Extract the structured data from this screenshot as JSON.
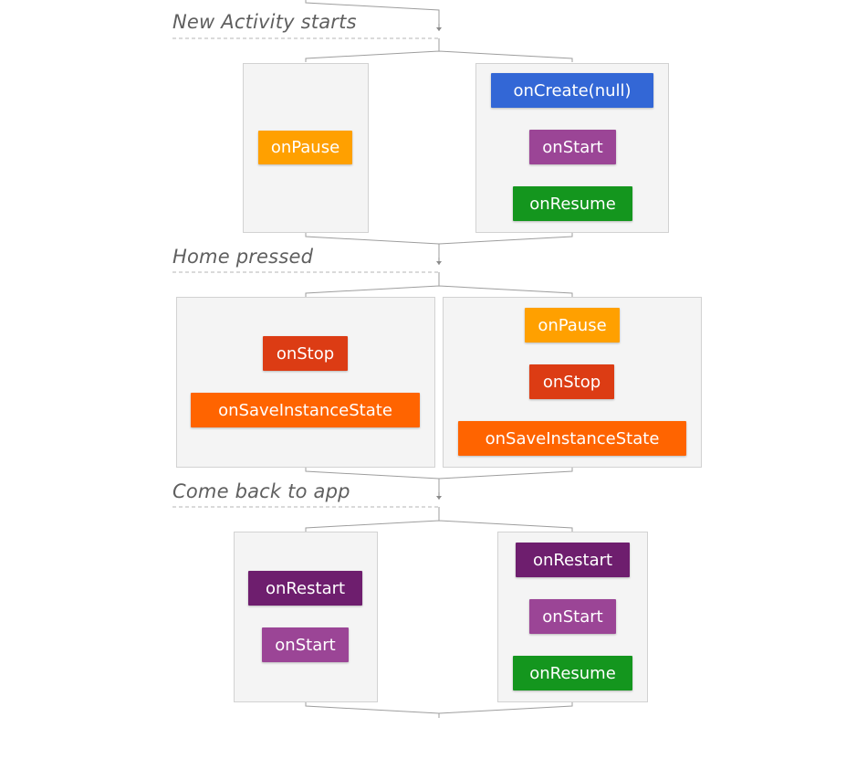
{
  "colors": {
    "onCreate": "#3367d6",
    "onStart": "#9b4596",
    "onResume": "#14961e",
    "onPause": "#ffa000",
    "onStop": "#dc3c14",
    "onSaveInstanceState": "#ff6400",
    "onRestart": "#6e1e6e",
    "panel_background": "#f4f4f4",
    "label_text": "#5f5f5f"
  },
  "sections": [
    {
      "label": "New Activity starts",
      "left_steps": [
        "onPause"
      ],
      "right_steps": [
        "onCreate(null)",
        "onStart",
        "onResume"
      ]
    },
    {
      "label": "Home pressed",
      "left_steps": [
        "onStop",
        "onSaveInstanceState"
      ],
      "right_steps": [
        "onPause",
        "onStop",
        "onSaveInstanceState"
      ]
    },
    {
      "label": "Come back to app",
      "left_steps": [
        "onRestart",
        "onStart"
      ],
      "right_steps": [
        "onRestart",
        "onStart",
        "onResume"
      ]
    }
  ]
}
